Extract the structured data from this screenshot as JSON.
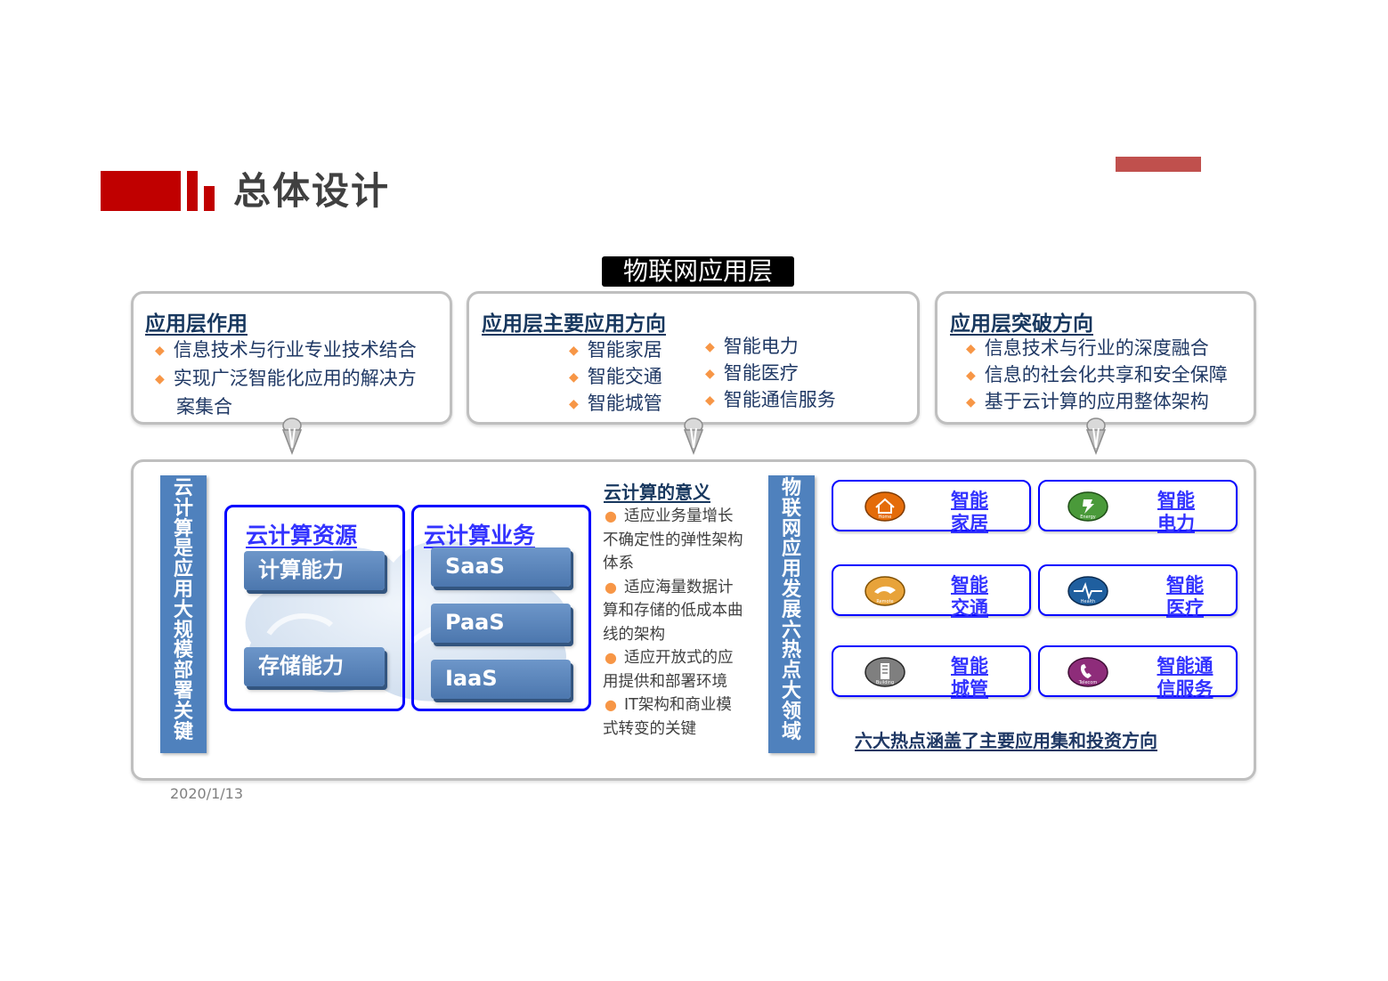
{
  "header": {
    "title": "总体设计"
  },
  "layer_label": "物联网应用层",
  "boxes": {
    "role": {
      "title": "应用层作用",
      "items": [
        "信息技术与行业专业技术结合",
        "实现广泛智能化应用的解决方",
        "案集合"
      ]
    },
    "directions": {
      "title": "应用层主要应用方向",
      "col1": [
        "智能家居",
        "智能交通",
        "智能城管"
      ],
      "col2": [
        "智能电力",
        "智能医疗",
        "智能通信服务"
      ]
    },
    "breakthrough": {
      "title": "应用层突破方向",
      "items": [
        "信息技术与行业的深度融合",
        "信息的社会化共享和安全保障",
        "基于云计算的应用整体架构"
      ]
    }
  },
  "cloud": {
    "vertical_label": "云计算是应用大规模部署关键",
    "resources": {
      "title": "云计算资源",
      "items": [
        "计算能力",
        "存储能力"
      ]
    },
    "business": {
      "title": "云计算业务",
      "items": [
        "SaaS",
        "PaaS",
        "IaaS"
      ]
    },
    "meaning": {
      "title": "云计算的意义",
      "items": [
        "适应业务量增长不确定性的弹性架构体系",
        "适应海量数据计算和存储的低成本曲线的架构",
        "适应开放式的应用提供和部署环境",
        "IT架构和商业模式转变的关键"
      ]
    }
  },
  "hotspots": {
    "vertical_label": "物联网应用发展六热点大领域",
    "tiles": [
      {
        "name": "智能\n家居",
        "icon": "home-icon",
        "icon_text": "Home",
        "color": "#e46c0a"
      },
      {
        "name": "智能\n电力",
        "icon": "energy-icon",
        "icon_text": "Energy",
        "color": "#4a9a3a"
      },
      {
        "name": "智能\n交通",
        "icon": "remote-icon",
        "icon_text": "Remote",
        "color": "#e8a33a"
      },
      {
        "name": "智能\n医疗",
        "icon": "health-icon",
        "icon_text": "Health",
        "color": "#1f5f9f"
      },
      {
        "name": "智能\n城管",
        "icon": "building-icon",
        "icon_text": "Building",
        "color": "#595959"
      },
      {
        "name": "智能通\n信服务",
        "icon": "telecom-icon",
        "icon_text": "Telecom",
        "color": "#8e2c7a"
      }
    ],
    "caption": "六大热点涵盖了主要应用集和投资方向"
  },
  "footer": {
    "date": "2020/1/13"
  },
  "colors": {
    "accent_red": "#c00000",
    "bar_blue": "#4f81bd",
    "frame_blue": "#0000ff",
    "bullet_orange": "#f79646"
  }
}
